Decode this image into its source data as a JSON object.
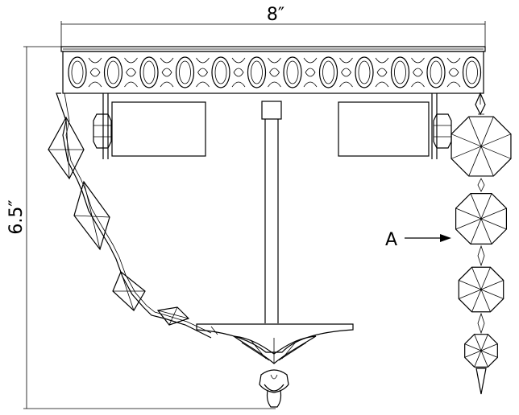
{
  "dimensions": {
    "width_label": "8″",
    "height_label": "6.5″"
  },
  "callout": {
    "label": "A"
  },
  "colors": {
    "stroke": "#000000",
    "background": "#ffffff"
  }
}
